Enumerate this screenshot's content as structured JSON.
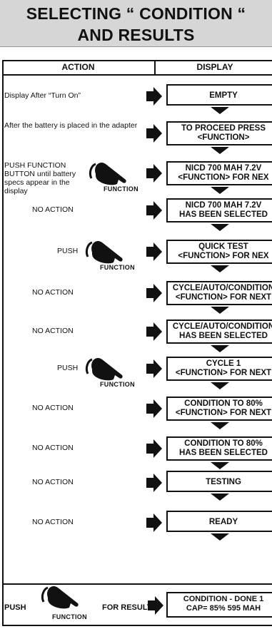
{
  "title": {
    "line1": "SELECTING “ CONDITION “",
    "line2": "AND RESULTS"
  },
  "headers": {
    "action": "ACTION",
    "display": "DISPLAY"
  },
  "rows": [
    {
      "action": "Display After “Turn On”",
      "display": [
        "EMPTY"
      ]
    },
    {
      "action": "After the battery is placed in the adapter",
      "display": [
        "TO PROCEED PRESS",
        "<FUNCTION>"
      ]
    },
    {
      "action": "PUSH FUNCTION BUTTON until battery specs appear in the display",
      "display": [
        "NICD 700 MAH 7.2V",
        "<FUNCTION> FOR NEX"
      ]
    },
    {
      "action": "NO ACTION",
      "display": [
        "NICD 700 MAH 7.2V",
        "HAS BEEN SELECTED"
      ]
    },
    {
      "action": "PUSH",
      "display": [
        "QUICK TEST",
        "<FUNCTION> FOR NEX"
      ]
    },
    {
      "action": "NO ACTION",
      "display": [
        "CYCLE/AUTO/CONDITION",
        "<FUNCTION> FOR NEXT"
      ]
    },
    {
      "action": "NO ACTION",
      "display": [
        "CYCLE/AUTO/CONDITION",
        "HAS BEEN SELECTED"
      ]
    },
    {
      "action": "PUSH",
      "display": [
        "CYCLE 1",
        "<FUNCTION> FOR NEXT"
      ]
    },
    {
      "action": "NO ACTION",
      "display": [
        "CONDITION TO 80%",
        "<FUNCTION> FOR NEXT"
      ]
    },
    {
      "action": "NO ACTION",
      "display": [
        "CONDITION TO 80%",
        "HAS BEEN SELECTED"
      ]
    },
    {
      "action": "NO ACTION",
      "display": [
        "TESTING"
      ]
    },
    {
      "action": "NO ACTION",
      "display": [
        "READY"
      ]
    }
  ],
  "function_word": "FUNCTION",
  "bottom": {
    "push": "PUSH",
    "for_results": "FOR RESULTS",
    "display": [
      "CONDITION - DONE 1",
      "CAP= 85%  595  MAH"
    ]
  },
  "colors": {
    "title_bg": "#d6d6d6",
    "ink": "#111111"
  }
}
